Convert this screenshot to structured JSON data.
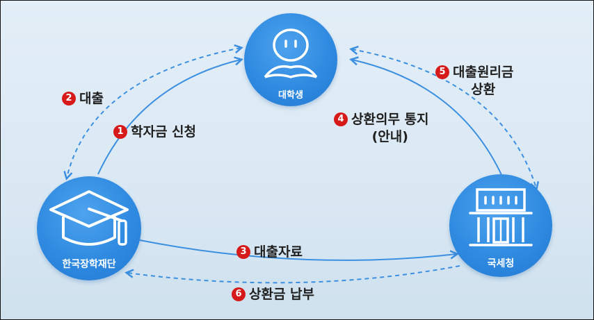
{
  "nodes": {
    "student": {
      "label": "대학생",
      "icon": "student-reading-icon"
    },
    "foundation": {
      "label": "한국장학재단",
      "icon": "graduation-cap-icon"
    },
    "nts": {
      "label": "국세청",
      "icon": "government-building-icon"
    }
  },
  "steps": [
    {
      "num": "1",
      "text": "학자금 신청"
    },
    {
      "num": "2",
      "text": "대출"
    },
    {
      "num": "3",
      "text": "대출자료"
    },
    {
      "num": "4",
      "text": "상환의무 통지\n(안내)"
    },
    {
      "num": "5",
      "text": "대출원리금\n상환"
    },
    {
      "num": "6",
      "text": "상환금 납부"
    }
  ],
  "colors": {
    "node_blue": "#2f8ae0",
    "arrow_blue": "#3b8fe0",
    "badge_red": "#d61a1a",
    "background": "#dbe9f4"
  }
}
